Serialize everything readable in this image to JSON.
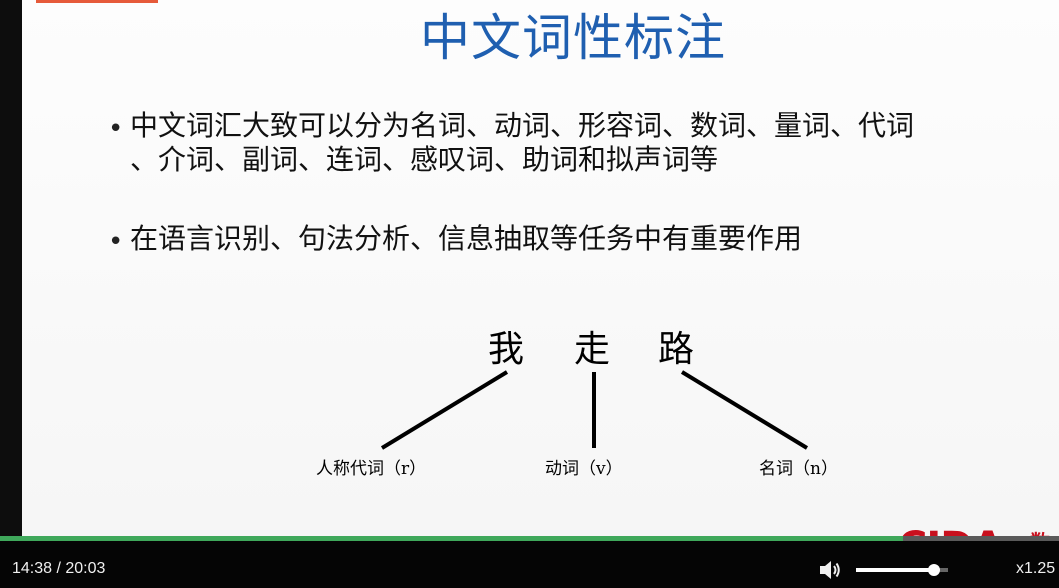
{
  "slide": {
    "title": "中文词性标注",
    "bullets": [
      {
        "dot": "•",
        "lines": [
          "中文词汇大致可以分为名词、动词、形容词、数词、量词、代词",
          "、介词、副词、连词、感叹词、助词和拟声词等"
        ]
      },
      {
        "dot": "•",
        "lines": [
          "在语言识别、句法分析、信息抽取等任务中有重要作用"
        ]
      }
    ],
    "example": {
      "chars": [
        "我",
        "走",
        "路"
      ],
      "tags": [
        "人称代词（r）",
        "动词（v）",
        "名词（n）"
      ]
    },
    "logo": {
      "text": "CIDA",
      "partial": "数",
      "color": "#c8101e"
    }
  },
  "player": {
    "time": "14:38 / 20:03",
    "progress": 0.853,
    "volume": 0.85,
    "speed": "x1.25",
    "progress_color": "#3fa85b",
    "volume_icon": "speaker-icon"
  }
}
